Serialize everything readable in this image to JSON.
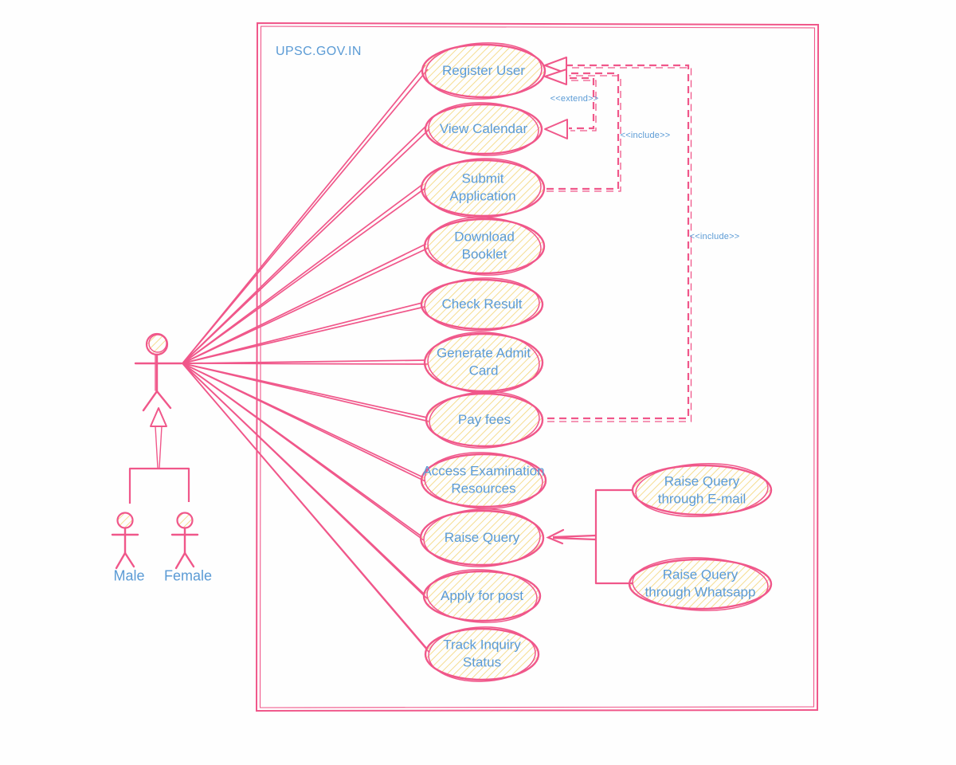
{
  "system": {
    "title": "UPSC.GOV.IN"
  },
  "use_cases": [
    {
      "label": "Register User"
    },
    {
      "label": "View Calendar"
    },
    {
      "label": "Submit Application"
    },
    {
      "label": "Download Booklet"
    },
    {
      "label": "Check Result"
    },
    {
      "label": "Generate Admit Card"
    },
    {
      "label": "Pay fees"
    },
    {
      "label": "Access Examination Resources"
    },
    {
      "label": "Raise Query"
    },
    {
      "label": "Apply for post"
    },
    {
      "label": "Track Inquiry Status"
    }
  ],
  "external_use_cases": [
    {
      "label": "Raise Query through E-mail"
    },
    {
      "label": "Raise Query through Whatsapp"
    }
  ],
  "actors": {
    "children": [
      {
        "label": "Male"
      },
      {
        "label": "Female"
      }
    ]
  },
  "stereotypes": {
    "extend": "<<extend>>",
    "include_submit": "<<include>>",
    "include_pay": "<<include>>"
  },
  "colors": {
    "stroke": "#f0578a",
    "text": "#5b9bd5",
    "hatch": "#f4d77d"
  }
}
